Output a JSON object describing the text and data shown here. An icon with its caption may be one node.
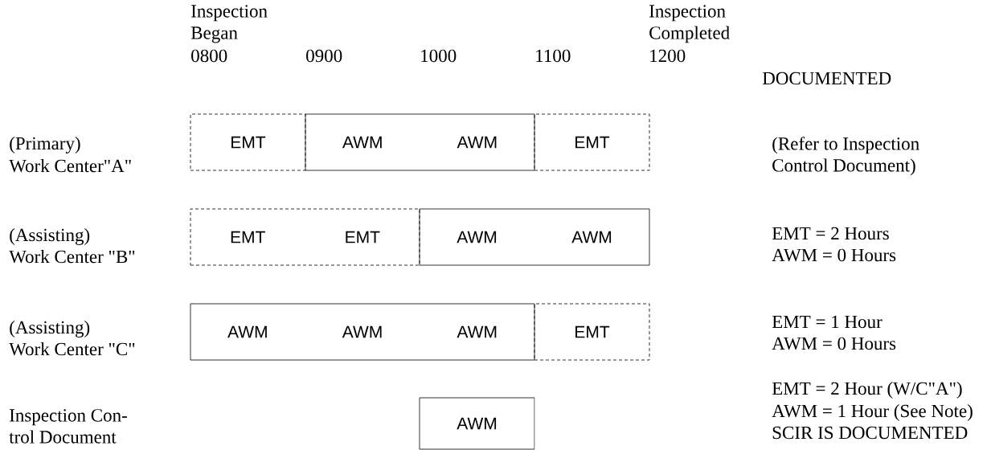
{
  "diagram": {
    "nodes": [
      {
        "text": [
          "EMT"
        ]
      },
      {
        "text": [
          "AWM",
          "AWM"
        ]
      },
      {
        "text": [
          "EMT"
        ]
      },
      {
        "text": [
          "EMT",
          "EMT"
        ]
      },
      {
        "text": [
          "AWM",
          "AWM"
        ]
      },
      {
        "text": [
          "AWM",
          "AWM",
          "AWM"
        ]
      },
      {
        "text": [
          "EMT"
        ]
      },
      {
        "text": [
          "AWM"
        ]
      }
    ],
    "labels": [
      "Inspection Began",
      "Inspection Completed",
      "0800",
      "0900",
      "1000",
      "1100",
      "1200",
      "DOCUMENTED",
      "(Primary)",
      "Work Center\"A\"",
      "(Refer to Inspection Control Document)",
      "(Assisting)",
      "Work Center \"B\"",
      "EMT = 2 Hours",
      "AWM = 0 Hours",
      "(Assisting)",
      "Work Center \"C\"",
      "EMT = 1 Hour",
      "AWM = 0 Hours",
      "Inspection Con- trol Document",
      "EMT = 2 Hour (W/C\"A\")",
      "AWM = 1 Hour (See Note)",
      "SCIR IS DOCUMENTED"
    ]
  }
}
